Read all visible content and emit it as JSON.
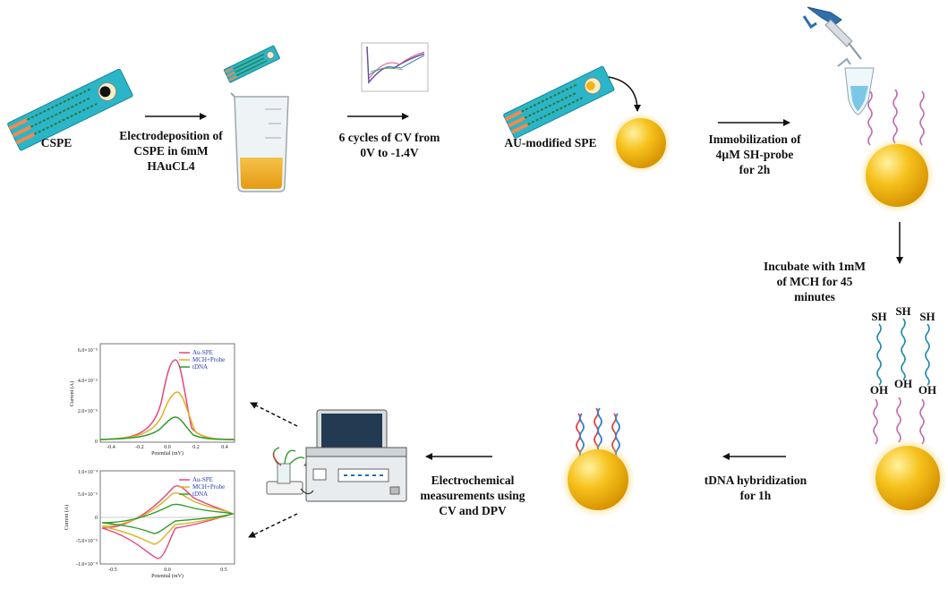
{
  "steps": {
    "cspe": "CSPE",
    "electrodeposition": [
      "Electrodeposition of",
      "CSPE in 6mM",
      "HAuCL4"
    ],
    "cv_cycles": [
      "6 cycles of CV from",
      "0V to -1.4V"
    ],
    "au_modified": "AU-modified SPE",
    "immobilization": [
      "Immobilization of",
      "4µM SH-probe",
      "for 2h"
    ],
    "incubate": [
      "Incubate with 1mM",
      "of MCH for 45",
      "minutes"
    ],
    "hybridization": [
      "tDNA hybridization",
      "for 1h"
    ],
    "measurements": [
      "Electrochemical",
      "measurements using",
      "CV and DPV"
    ]
  },
  "molecule_labels": {
    "thiol": "SH",
    "hydroxyl": "OH"
  },
  "dpv_plot": {
    "ylabel": "Current (A)",
    "xlabel": "Potential (mV)",
    "y_ticks": [
      "0",
      "2.0×10⁻⁵",
      "4.0×10⁻⁵",
      "6.0×10⁻⁵"
    ],
    "x_ticks": [
      "-0.4",
      "-0.2",
      "0.0",
      "0.2",
      "0.4"
    ],
    "legend": [
      "Au-SPE",
      "MCH+Probe",
      "tDNA"
    ]
  },
  "cv_plot": {
    "ylabel": "Current (A)",
    "xlabel": "Potential (mV)",
    "y_ticks": [
      "-1.0×10⁻⁴",
      "-5.0×10⁻⁵",
      "0",
      "5.0×10⁻⁵",
      "1.0×10⁻⁴"
    ],
    "x_ticks": [
      "-0.5",
      "0.0",
      "0.5"
    ],
    "legend": [
      "Au-SPE",
      "MCH+Probe",
      "tDNA"
    ]
  },
  "colors": {
    "au_spe": "#e8457e",
    "mch_probe": "#e0b020",
    "tdna": "#2e9d2e",
    "gold": "#f2b414",
    "probe": "#c06ab0",
    "mch": "#1f8aa8",
    "electrode": "#2bb5c8"
  }
}
